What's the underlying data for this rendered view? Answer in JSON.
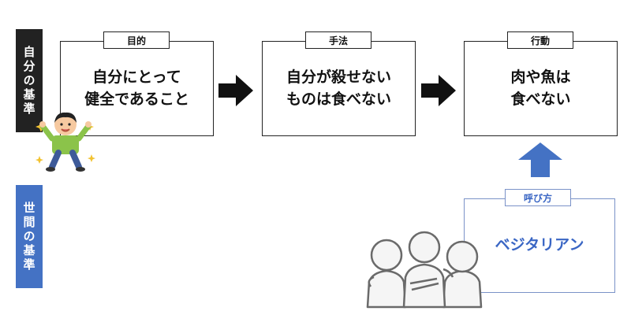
{
  "side": {
    "self_label": "自分の基準",
    "world_label": "世間の基準"
  },
  "boxes": {
    "goal": {
      "tag": "目的",
      "text": "自分にとって\n健全であること"
    },
    "method": {
      "tag": "手法",
      "text": "自分が殺せない\nものは食べない"
    },
    "action": {
      "tag": "行動",
      "text": "肉や魚は\n食べない"
    },
    "name": {
      "tag": "呼び方",
      "text": "ベジタリアン"
    }
  },
  "colors": {
    "black": "#222222",
    "blue": "#4472c4",
    "arrow_black": "#111111",
    "arrow_blue": "#4472c4"
  },
  "icons": {
    "person_icon": "happy-person-icon",
    "crowd_icon": "pointing-crowd-icon"
  }
}
